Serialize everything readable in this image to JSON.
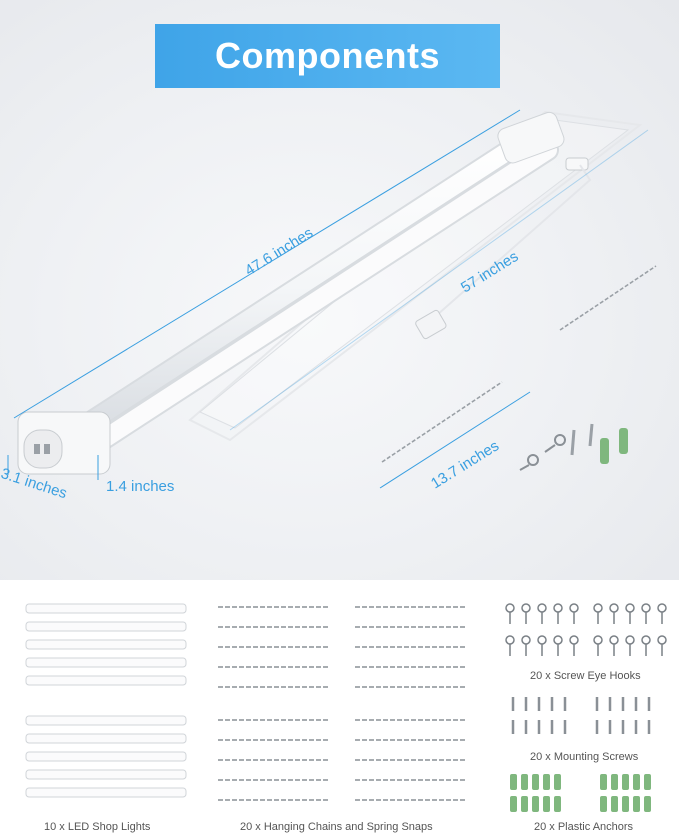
{
  "header": {
    "title": "Components"
  },
  "dimensions": {
    "length": "47.6 inches",
    "cord_length": "57 inches",
    "chain_length": "13.7 inches",
    "width": "3.1 inches",
    "height": "1.4 inches"
  },
  "components": {
    "lights": "10 x LED Shop Lights",
    "chains": "20 x Hanging Chains and Spring Snaps",
    "hooks": "20 x Screw Eye Hooks",
    "screws": "20 x Mounting Screws",
    "anchors": "20 x Plastic Anchors"
  },
  "colors": {
    "accent": "#3a9fe0",
    "banner": "#4aaeee",
    "anchor_green": "#7fb77e"
  }
}
